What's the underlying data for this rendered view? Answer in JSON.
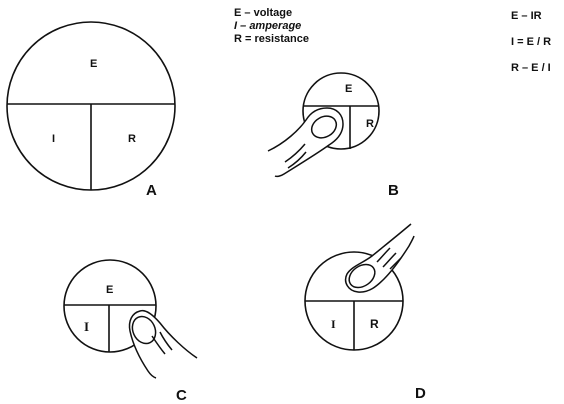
{
  "legend": [
    {
      "letter": "E",
      "sep": "–",
      "meaning": "voltage"
    },
    {
      "letter": "I",
      "sep": "–",
      "meaning": "amperage"
    },
    {
      "letter": "R",
      "sep": "=",
      "meaning": "resistance"
    }
  ],
  "formulas": [
    "E – IR",
    "I = E / R",
    "R – E / I"
  ],
  "circle_letters": {
    "E": "E",
    "I": "I",
    "R": "R"
  },
  "panels": [
    {
      "label": "A",
      "covered": "none"
    },
    {
      "label": "B",
      "covered": "I"
    },
    {
      "label": "C",
      "covered": "R"
    },
    {
      "label": "D",
      "covered": "E"
    }
  ],
  "colors": {
    "ink": "#111111",
    "background": "#ffffff",
    "finger_fill": "#ffffff"
  }
}
